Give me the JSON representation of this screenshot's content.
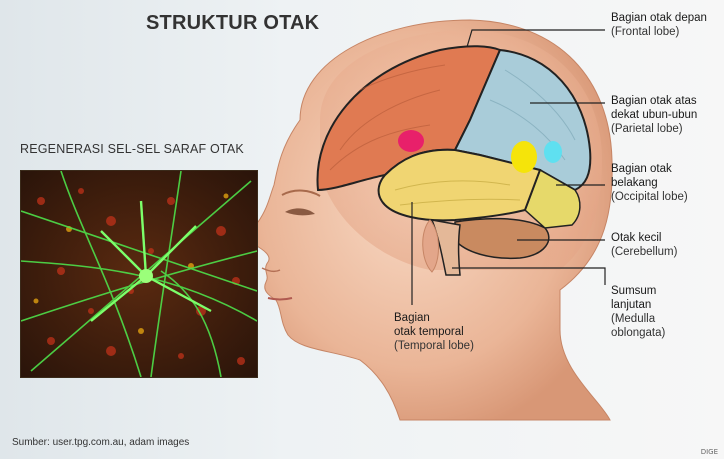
{
  "title": "STRUKTUR OTAK",
  "regeneration_caption": "REGENERASI SEL-SEL SARAF OTAK",
  "source": "Sumber: user.tpg.com.au, adam images",
  "credit": "DIGE",
  "labels": {
    "frontal": {
      "main": "Bagian otak depan",
      "latin": "(Frontal lobe)"
    },
    "parietal": {
      "line1": "Bagian otak atas",
      "line2": "dekat ubun-ubun",
      "latin": "(Parietal lobe)"
    },
    "occipital": {
      "line1": "Bagian otak",
      "line2": "belakang",
      "latin": "(Occipital lobe)"
    },
    "cerebellum": {
      "main": "Otak kecil",
      "latin": "(Cerebellum)"
    },
    "medulla": {
      "line1": "Sumsum",
      "line2": "lanjutan",
      "line3": "(Medulla",
      "line4": "oblongata)"
    },
    "temporal": {
      "line1": "Bagian",
      "line2": "otak temporal",
      "latin": "(Temporal lobe)"
    }
  },
  "colors": {
    "frontal": "#e07a52",
    "parietal": "#a9ccd9",
    "temporal": "#f0d572",
    "occipital": "#e6d96a",
    "cerebellum": "#c98a60",
    "skin": "#f1c7ad",
    "accent_magenta": "#e8206a",
    "accent_yellow": "#f5e40a",
    "accent_cyan": "#5fe0f0"
  }
}
